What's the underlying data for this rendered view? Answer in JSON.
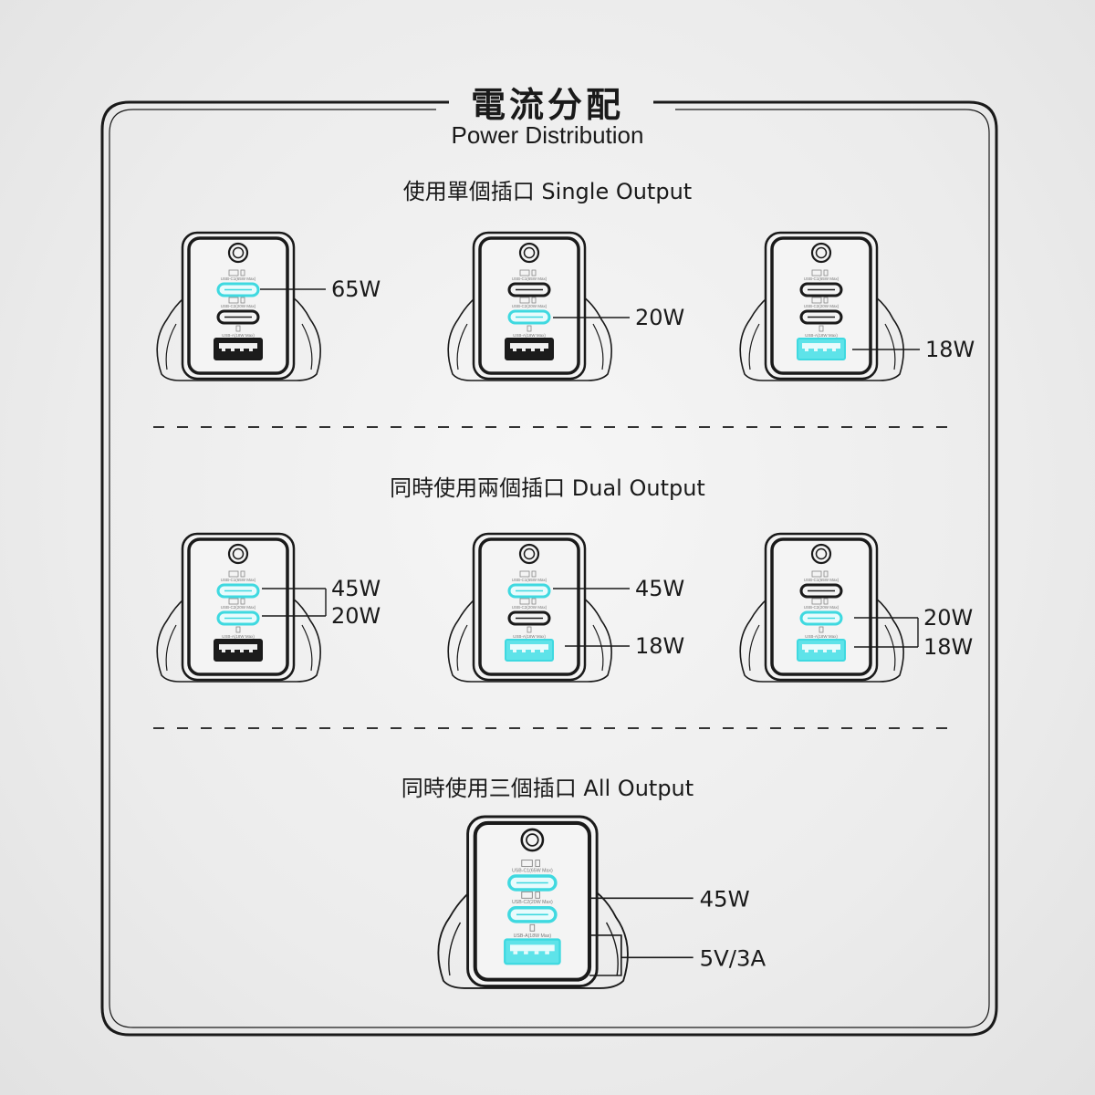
{
  "header": {
    "title_zh": "電流分配",
    "title_en": "Power Distribution"
  },
  "port_labels": {
    "c1": "USB-C1(65W Max)",
    "c2": "USB-C2(20W Max)",
    "a1": "USB-A(18W Max)"
  },
  "accent_color": "#3fd9e0",
  "line_color": "#1a1a1a",
  "sections": [
    {
      "label": "使用單個插口 Single Output",
      "chargers": [
        {
          "active": [
            "c1"
          ],
          "outputs": [
            "65W"
          ]
        },
        {
          "active": [
            "c2"
          ],
          "outputs": [
            "20W"
          ]
        },
        {
          "active": [
            "a1"
          ],
          "outputs": [
            "18W"
          ]
        }
      ]
    },
    {
      "label": "同時使用兩個插口 Dual Output",
      "chargers": [
        {
          "active": [
            "c1",
            "c2"
          ],
          "outputs": [
            "45W",
            "20W"
          ]
        },
        {
          "active": [
            "c1",
            "a1"
          ],
          "outputs": [
            "45W",
            "18W"
          ]
        },
        {
          "active": [
            "c2",
            "a1"
          ],
          "outputs": [
            "20W",
            "18W"
          ]
        }
      ]
    },
    {
      "label": "同時使用三個插口 All Output",
      "chargers": [
        {
          "active": [
            "c1",
            "c2",
            "a1"
          ],
          "outputs": [
            "45W",
            "5V/3A"
          ]
        }
      ]
    }
  ]
}
